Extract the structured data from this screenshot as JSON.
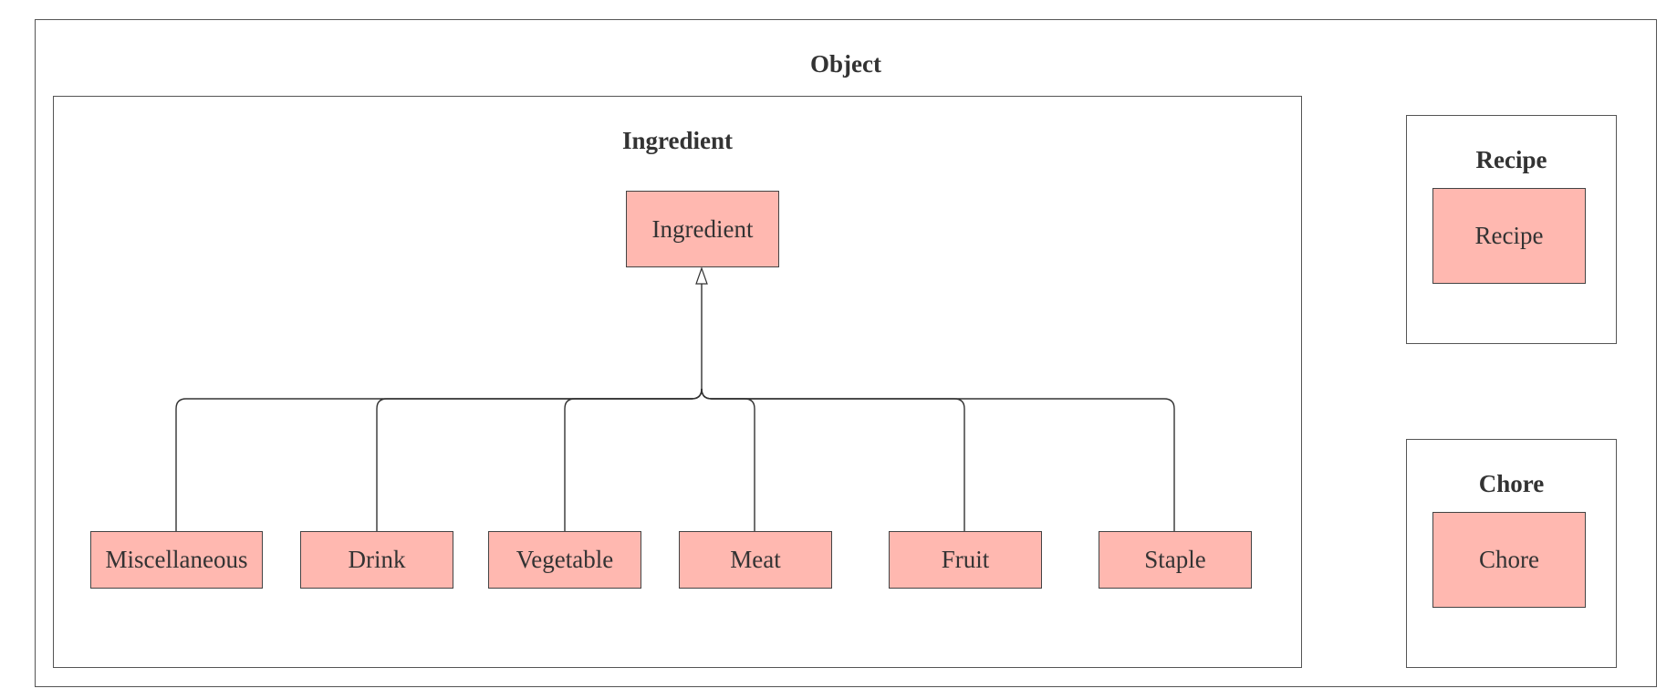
{
  "colors": {
    "class_fill": "#ffb8b0",
    "border": "#444444",
    "edge": "#333333"
  },
  "packages": {
    "object": {
      "title": "Object"
    },
    "ingredient": {
      "title": "Ingredient",
      "parent_class": "Ingredient",
      "subclasses": [
        "Miscellaneous",
        "Drink",
        "Vegetable",
        "Meat",
        "Fruit",
        "Staple"
      ]
    },
    "recipe": {
      "title": "Recipe",
      "class": "Recipe"
    },
    "chore": {
      "title": "Chore",
      "class": "Chore"
    }
  }
}
